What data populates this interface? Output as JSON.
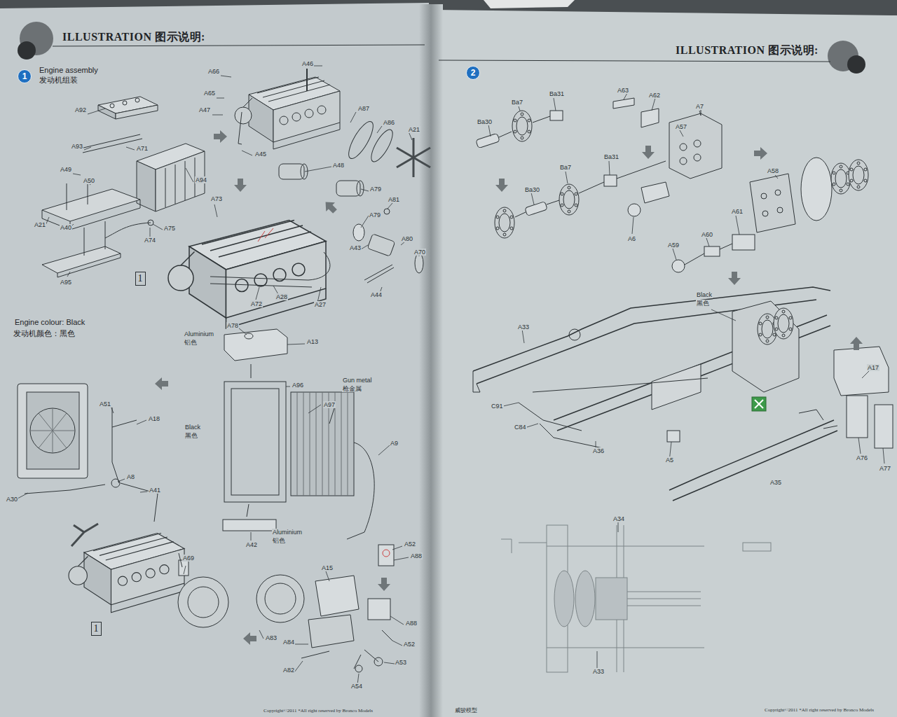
{
  "diagram": {
    "nodes": [
      {
        "text": [
          "1"
        ]
      },
      {
        "text": [
          "1"
        ]
      },
      {
        "text": [
          "1"
        ]
      },
      {
        "text": [
          "2"
        ]
      }
    ],
    "labels": [
      "ILLUSTRATION 图示说明:",
      "Engine assembly",
      "发动机组装",
      "A66",
      "A46",
      "A65",
      "A47",
      "A45",
      "A87",
      "A86",
      "A21",
      "A48",
      "A79",
      "A92",
      "A93",
      "A71",
      "A49",
      "A50",
      "A94",
      "A21",
      "A40",
      "A75",
      "A74",
      "A95",
      "A73",
      "A81",
      "A79",
      "A43",
      "A80",
      "A70",
      "A44",
      "A72",
      "A28",
      "A27",
      "Engine colour: Black",
      "发动机颜色：黑色",
      "A78",
      "A13",
      "Aluminium",
      "铝色",
      "A96",
      "Gun metal",
      "枪金属",
      "A97",
      "A9",
      "Black",
      "黑色",
      "A42",
      "Aluminium",
      "铝色",
      "A51",
      "A18",
      "A8",
      "A41",
      "A30",
      "A69",
      "A83",
      "A15",
      "A84",
      "A82",
      "A54",
      "A53",
      "A52",
      "A88",
      "A88",
      "A52",
      "Copyright©2011  *All right reserved by Bronco Models",
      "ILLUSTRATION 图示说明:",
      "Ba30",
      "Ba7",
      "Ba31",
      "A63",
      "A62",
      "A7",
      "A57",
      "Ba31",
      "Ba7",
      "Ba30",
      "A58",
      "A61",
      "A60",
      "A59",
      "A6",
      "Black",
      "黑色",
      "A33",
      "C91",
      "C84",
      "A36",
      "A5",
      "A17",
      "A76",
      "A77",
      "A35",
      "A34",
      "A33",
      "威骏模型",
      "Copyright©2011  *All right reserved by Bronco Models"
    ]
  }
}
